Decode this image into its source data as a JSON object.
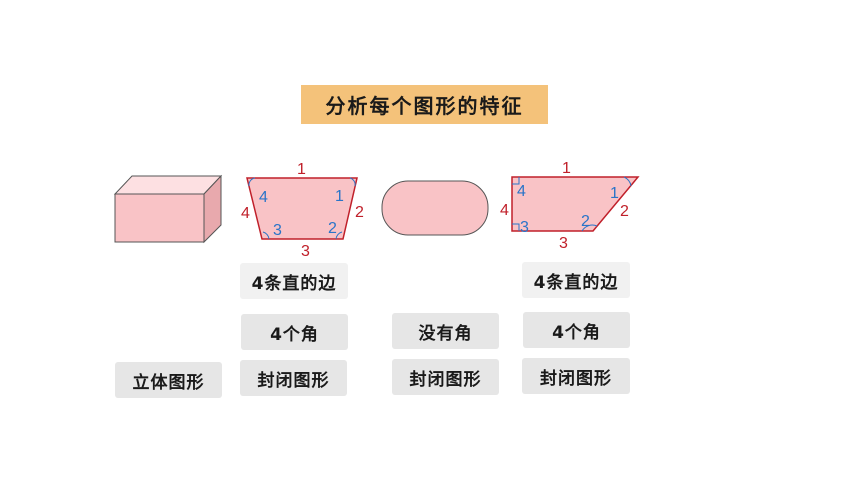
{
  "title": "分析每个图形的特征",
  "shapes": {
    "trapezoid": {
      "sides": [
        "1",
        "2",
        "3",
        "4"
      ],
      "angles": [
        "1",
        "2",
        "3",
        "4"
      ]
    },
    "right_trapezoid": {
      "sides": [
        "1",
        "2",
        "3",
        "4"
      ],
      "angles": [
        "1",
        "2",
        "3",
        "4"
      ]
    }
  },
  "labels": {
    "cuboid_type": "立体图形",
    "trapezoid_sides": "4条直的边",
    "trapezoid_angles": "4个角",
    "trapezoid_closed": "封闭图形",
    "rounded_angles": "没有角",
    "rounded_closed": "封闭图形",
    "right_trap_sides": "4条直的边",
    "right_trap_angles": "4个角",
    "right_trap_closed": "封闭图形"
  },
  "colors": {
    "fill": "#f9c3c6",
    "stroke_red": "#c0202a",
    "number_blue": "#2a74c8",
    "title_bg": "#f4c27a"
  }
}
